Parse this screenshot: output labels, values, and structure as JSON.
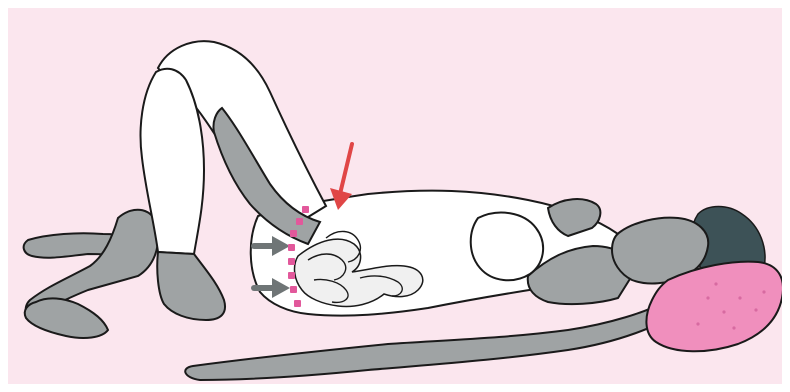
{
  "illustration": {
    "colors": {
      "background": "#fbe6ee",
      "skin_light": "#ffffff",
      "skin_gray": "#9fa3a4",
      "hair": "#3d5257",
      "pillow": "#f08fbd",
      "pillow_dots": "#d76aa1",
      "outline": "#1a1a1a",
      "accent_arrow": "#e04646",
      "pressure_arrows": "#6f7576",
      "dashed_markers": "#e2589b"
    },
    "elements": [
      "person-lying-on-back",
      "raised-knees",
      "pillow",
      "intestines-outline",
      "red-arrow",
      "gray-arrows",
      "pink-dashed-markers"
    ]
  }
}
